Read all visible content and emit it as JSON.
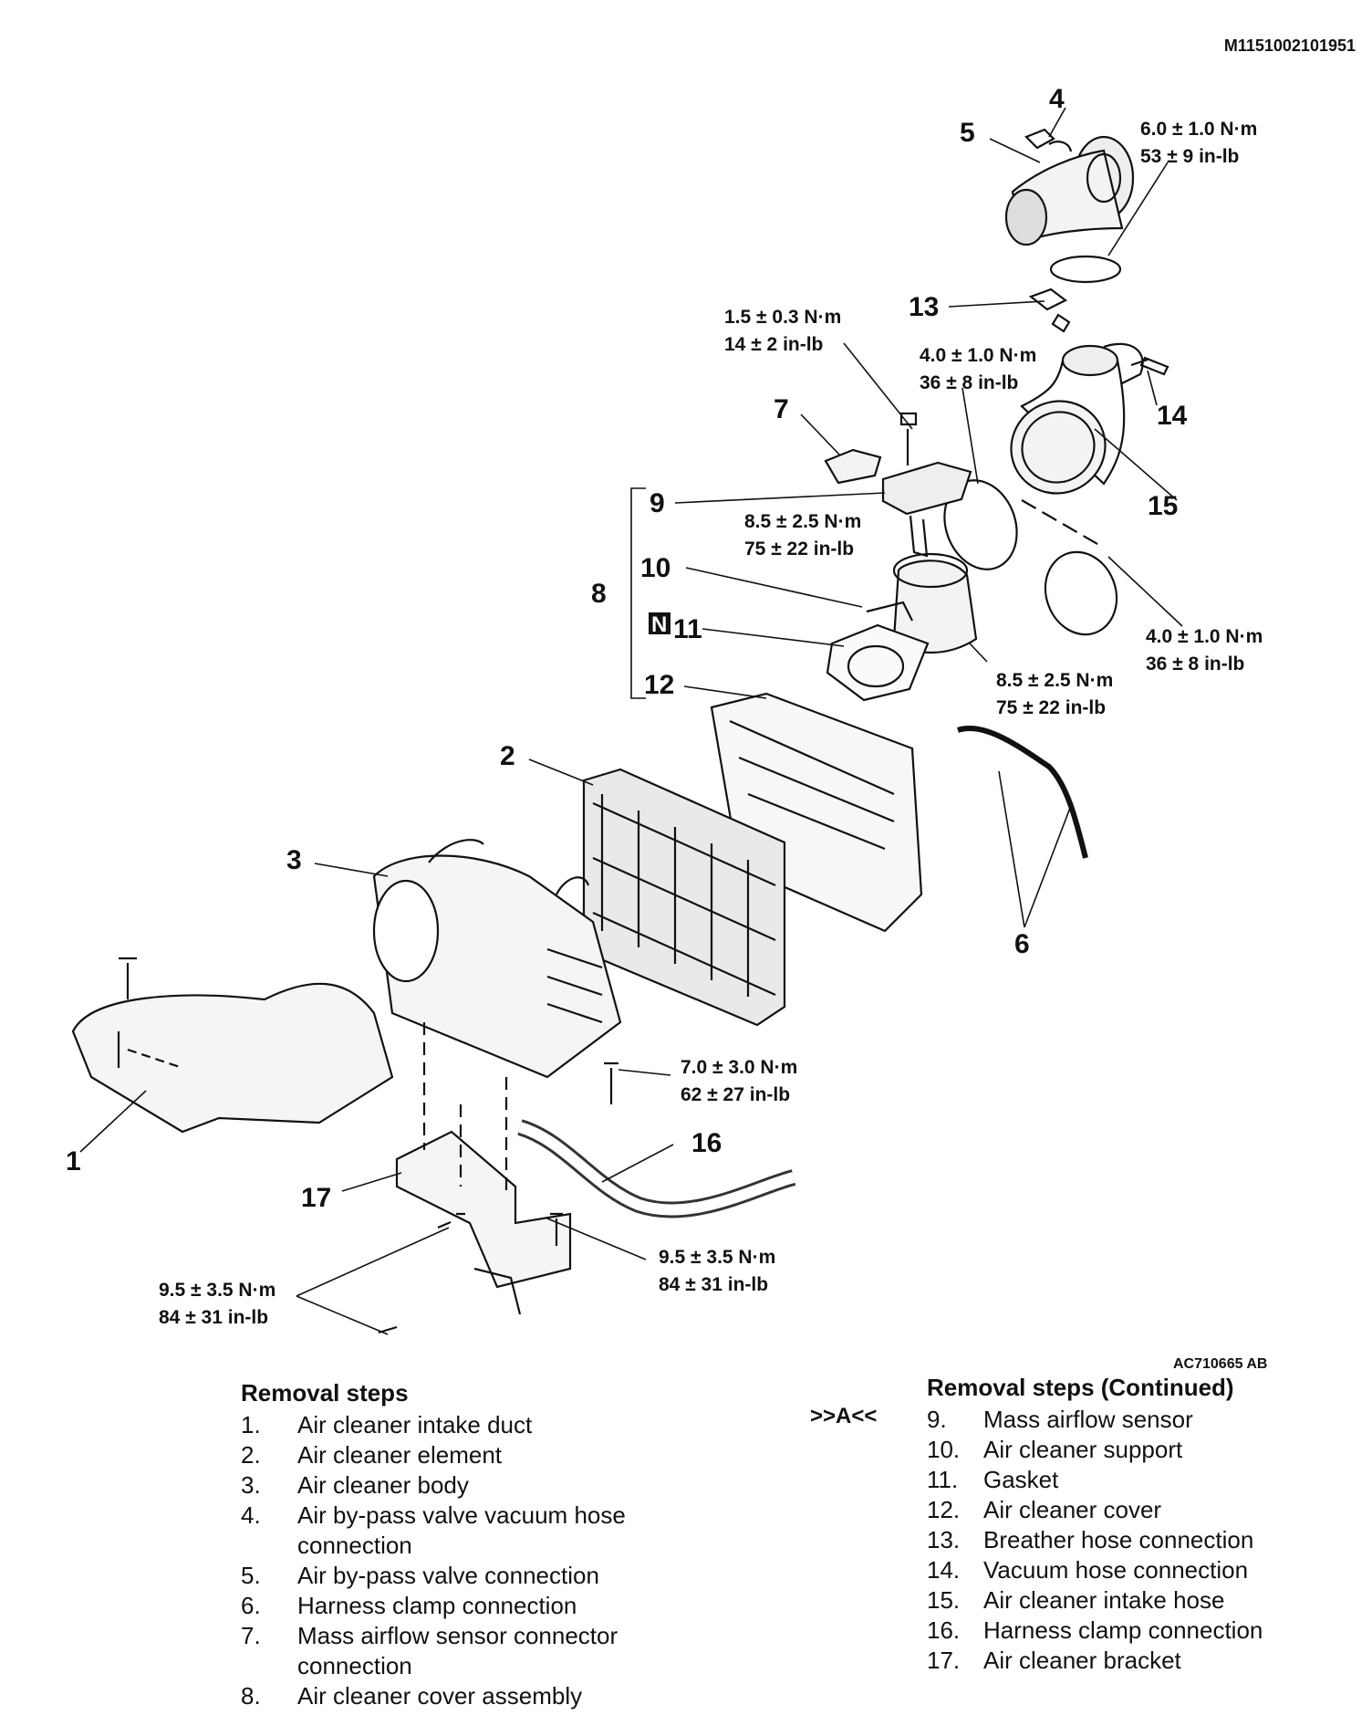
{
  "document_id": "M1151002101951",
  "figure_id": "AC710665 AB",
  "callouts": {
    "c1": "1",
    "c2": "2",
    "c3": "3",
    "c4": "4",
    "c5": "5",
    "c6": "6",
    "c7": "7",
    "c8": "8",
    "c9": "9",
    "c10": "10",
    "c11": "11",
    "c12": "12",
    "c13": "13",
    "c14": "14",
    "c15": "15",
    "c16": "16",
    "c17": "17",
    "n_badge": "N"
  },
  "torques": {
    "t5": [
      "6.0 ± 1.0 N·m",
      "53 ± 9 in-lb"
    ],
    "t9bolt": [
      "1.5 ± 0.3 N·m",
      "14 ± 2 in-lb"
    ],
    "t15clamp": [
      "4.0 ± 1.0 N·m",
      "36 ± 8 in-lb"
    ],
    "t9": [
      "8.5 ± 2.5 N·m",
      "75 ± 22 in-lb"
    ],
    "t6clamp": [
      "4.0 ± 1.0 N·m",
      "36 ± 8 in-lb"
    ],
    "t10": [
      "8.5 ± 2.5 N·m",
      "75 ± 22 in-lb"
    ],
    "t3": [
      "7.0 ± 3.0 N·m",
      "62 ± 27 in-lb"
    ],
    "t17a": [
      "9.5 ± 3.5 N·m",
      "84 ± 31 in-lb"
    ],
    "t17b": [
      "9.5 ± 3.5 N·m",
      "84 ± 31 in-lb"
    ]
  },
  "removal_steps": {
    "title": "Removal steps",
    "items": [
      {
        "num": "1.",
        "text": "Air cleaner intake duct"
      },
      {
        "num": "2.",
        "text": "Air cleaner element"
      },
      {
        "num": "3.",
        "text": "Air cleaner body"
      },
      {
        "num": "4.",
        "text": "Air by-pass valve vacuum hose connection"
      },
      {
        "num": "5.",
        "text": "Air by-pass valve connection"
      },
      {
        "num": "6.",
        "text": "Harness clamp connection"
      },
      {
        "num": "7.",
        "text": "Mass airflow sensor connector connection"
      },
      {
        "num": "8.",
        "text": "Air cleaner cover assembly"
      }
    ]
  },
  "removal_steps_continued": {
    "title": "Removal steps (Continued)",
    "ref_mark": ">>A<<",
    "items": [
      {
        "num": "9.",
        "text": "Mass airflow sensor"
      },
      {
        "num": "10.",
        "text": "Air cleaner support"
      },
      {
        "num": "11.",
        "text": "Gasket"
      },
      {
        "num": "12.",
        "text": "Air cleaner cover"
      },
      {
        "num": "13.",
        "text": "Breather hose connection"
      },
      {
        "num": "14.",
        "text": "Vacuum hose connection"
      },
      {
        "num": "15.",
        "text": "Air cleaner intake hose"
      },
      {
        "num": "16.",
        "text": "Harness clamp connection"
      },
      {
        "num": "17.",
        "text": "Air cleaner bracket"
      }
    ]
  }
}
